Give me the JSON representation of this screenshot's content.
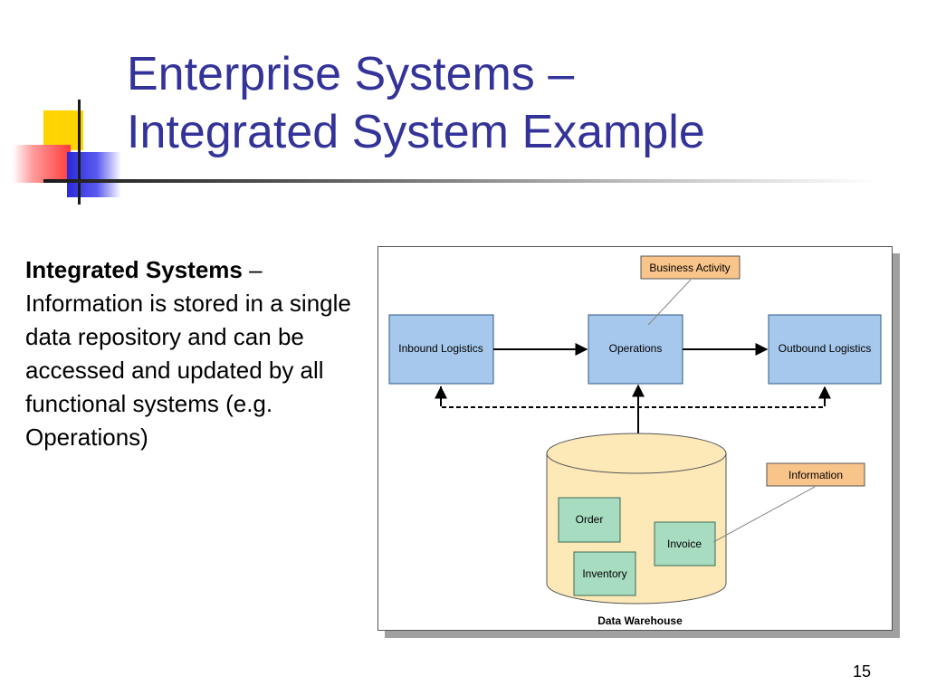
{
  "slide": {
    "title_line1": "Enterprise Systems –",
    "title_line2": "Integrated System Example",
    "body_bold": "Integrated Systems",
    "body_rest": " – Information is stored in a single data repository and can be accessed and updated by all functional systems (e.g. Operations)",
    "page_number": "15"
  },
  "diagram": {
    "inbound_logistics": "Inbound Logistics",
    "operations": "Operations",
    "outbound_logistics": "Outbound Logistics",
    "business_activity": "Business Activity",
    "information": "Information",
    "order": "Order",
    "inventory": "Inventory",
    "invoice": "Invoice",
    "data_warehouse": "Data Warehouse"
  },
  "colors": {
    "title": "#333399",
    "process_box": "#a6c8ec",
    "label_box": "#f9c48a",
    "record_box": "#a8dcc0",
    "warehouse": "#fde8b8"
  }
}
